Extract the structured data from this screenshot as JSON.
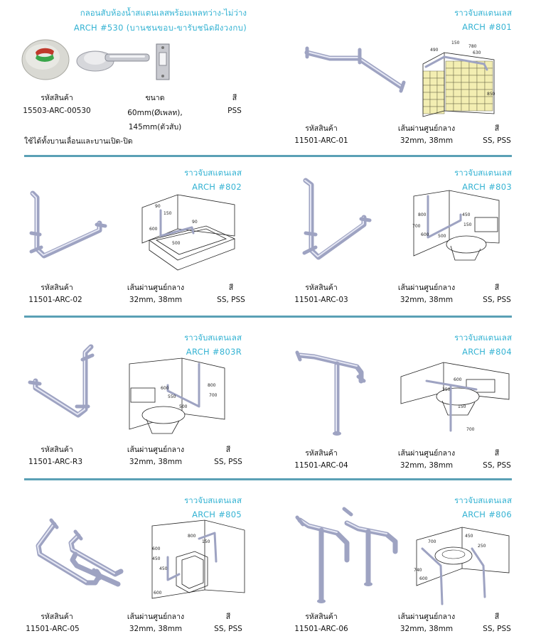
{
  "colors": {
    "accent": "#35b3d3",
    "divider": "#3d8fa8",
    "pipe": "#9ea3c2",
    "tile": "#f3eeb2"
  },
  "labels": {
    "code": "รหัสสินค้า",
    "size": "ขนาด",
    "color": "สี",
    "diameter": "เส้นผ่านศูนย์กลาง",
    "diameter_value": "32mm, 38mm",
    "rail_title": "ราวจับสแตนเลส"
  },
  "latch": {
    "title": "กลอนสับห้องน้ำสแตนเลสพร้อมเพลทว่าง-ไม่ว่าง",
    "subtitle": "ARCH #530 (บานชนขอบ-ขารับชนิดฝังวงกบ)",
    "code": "15503-ARC-00530",
    "size_line1": "60mm(Øเพลท),",
    "size_line2": "145mm(ตัวสับ)",
    "color": "PSS",
    "note": "ใช้ได้ทั้งบานเลื่อนและบานเปิด-ปิด"
  },
  "products": [
    {
      "model": "ARCH #801",
      "code": "11501-ARC-01",
      "color": "SS, PSS",
      "dims": [
        "490",
        "150",
        "780",
        "630",
        "850"
      ]
    },
    {
      "model": "ARCH #802",
      "code": "11501-ARC-02",
      "color": "SS, PSS",
      "dims": [
        "90",
        "150",
        "600",
        "90",
        "500"
      ]
    },
    {
      "model": "ARCH #803",
      "code": "11501-ARC-03",
      "color": "SS, PSS",
      "dims": [
        "800",
        "700",
        "600",
        "500",
        "450",
        "150"
      ]
    },
    {
      "model": "ARCH #803R",
      "code": "11501-ARC-R3",
      "color": "SS, PSS",
      "dims": [
        "800",
        "600",
        "550",
        "700",
        "500"
      ]
    },
    {
      "model": "ARCH #804",
      "code": "11501-ARC-04",
      "color": "SS, PSS",
      "dims": [
        "600",
        "250",
        "150",
        "700"
      ]
    },
    {
      "model": "ARCH #805",
      "code": "11501-ARC-05",
      "color": "SS, PSS",
      "dims": [
        "600",
        "800",
        "150",
        "450",
        "450",
        "600"
      ]
    },
    {
      "model": "ARCH #806",
      "code": "11501-ARC-06",
      "color": "SS, PSS",
      "dims": [
        "700",
        "450",
        "250",
        "740",
        "600"
      ]
    }
  ]
}
